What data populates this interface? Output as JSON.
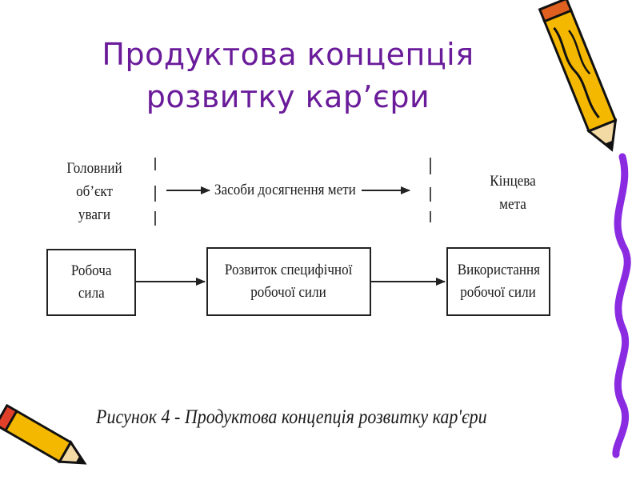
{
  "slide": {
    "title_line1": "Продуктова концепція",
    "title_line2": "розвитку кар’єри"
  },
  "diagram": {
    "header_left": [
      "Головний",
      "об’єкт",
      "уваги"
    ],
    "header_middle": "Засоби досягнення мети",
    "header_right": [
      "Кінцева",
      "мета"
    ],
    "boxes": [
      {
        "line1": "Робоча",
        "line2": "сила"
      },
      {
        "line1": "Розвиток специфічної",
        "line2": "робочої сили"
      },
      {
        "line1": "Використання",
        "line2": "робочої сили"
      }
    ]
  },
  "caption": "Рисунок 4 -  Продуктова концепція розвитку кар'єри",
  "decor": {
    "pencil_color": "#f5b800",
    "pencil_outline": "#111111",
    "swirl_color": "#8a2be2",
    "icons": [
      "pencil-icon",
      "pencil-icon",
      "swirl-ribbon-icon"
    ]
  }
}
